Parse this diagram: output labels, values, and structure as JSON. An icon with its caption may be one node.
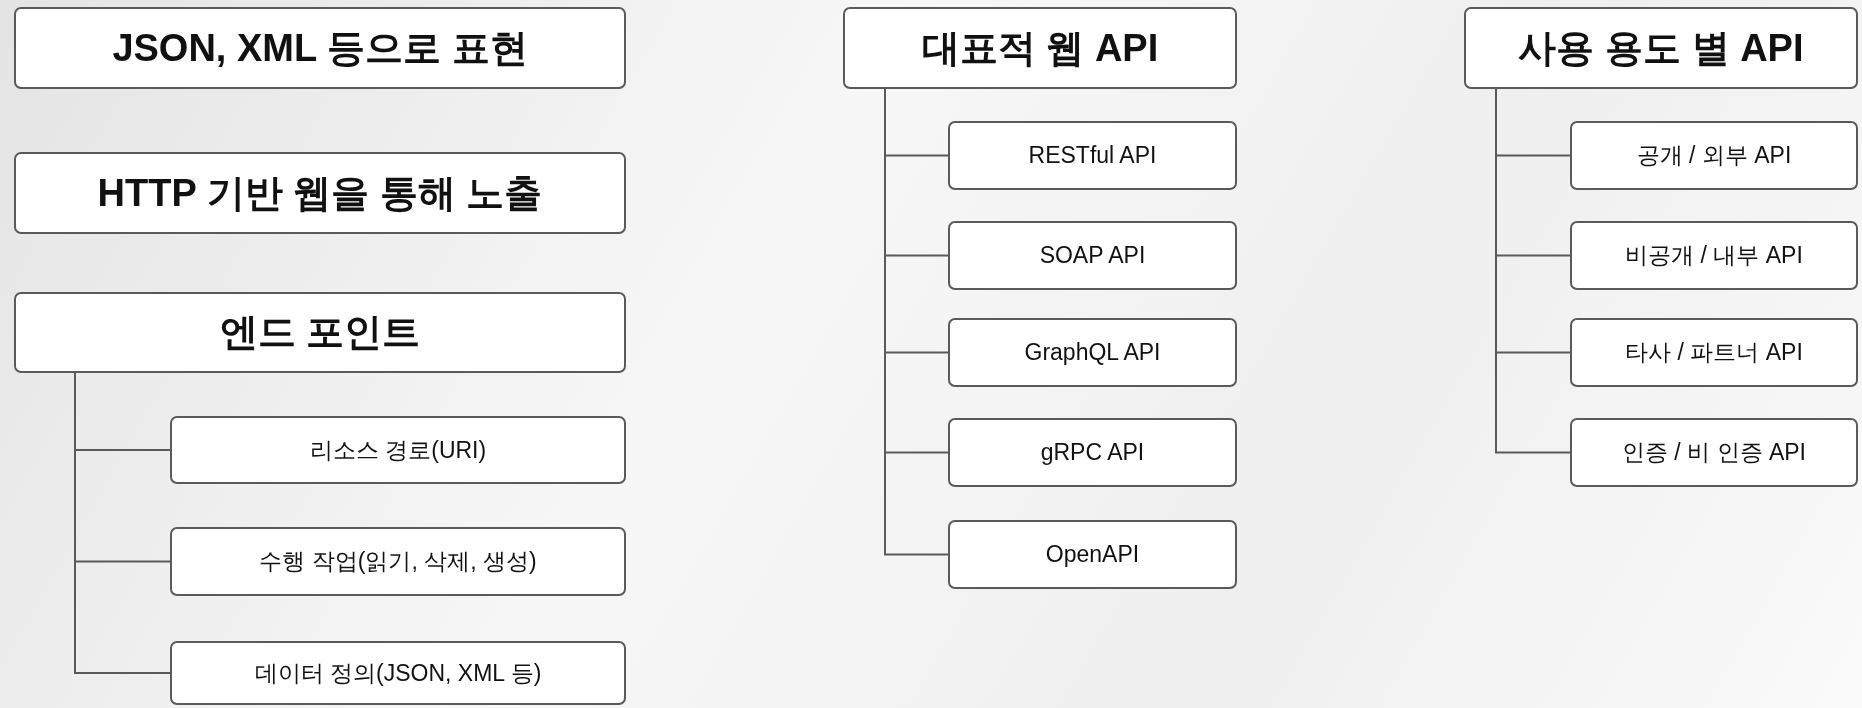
{
  "diagram": {
    "nodes": [
      {
        "text": [
          "JSON, XML 등으로 표현"
        ]
      },
      {
        "text": [
          "HTTP 기반 웹을 통해 노출"
        ]
      },
      {
        "text": [
          "엔드 포인트"
        ]
      },
      {
        "text": [
          "리소스 경로(URI)"
        ]
      },
      {
        "text": [
          "수행 작업(읽기, 삭제, 생성)"
        ]
      },
      {
        "text": [
          "데이터 정의(JSON, XML 등)"
        ]
      },
      {
        "text": [
          "대표적 웹 API"
        ]
      },
      {
        "text": [
          "RESTful API"
        ]
      },
      {
        "text": [
          "SOAP API"
        ]
      },
      {
        "text": [
          "GraphQL API"
        ]
      },
      {
        "text": [
          "gRPC API"
        ]
      },
      {
        "text": [
          "OpenAPI"
        ]
      },
      {
        "text": [
          "사용 용도 별 API"
        ]
      },
      {
        "text": [
          "공개 / 외부 API"
        ]
      },
      {
        "text": [
          "비공개 / 내부 API"
        ]
      },
      {
        "text": [
          "타사 / 파트너 API"
        ]
      },
      {
        "text": [
          "인증 / 비 인증 API"
        ]
      }
    ],
    "edges": [
      {
        "from": 2,
        "to": 3,
        "arrow": "none"
      },
      {
        "from": 2,
        "to": 4,
        "arrow": "none"
      },
      {
        "from": 2,
        "to": 5,
        "arrow": "none"
      },
      {
        "from": 6,
        "to": 7,
        "arrow": "none"
      },
      {
        "from": 6,
        "to": 8,
        "arrow": "none"
      },
      {
        "from": 6,
        "to": 9,
        "arrow": "none"
      },
      {
        "from": 6,
        "to": 10,
        "arrow": "none"
      },
      {
        "from": 6,
        "to": 11,
        "arrow": "none"
      },
      {
        "from": 12,
        "to": 13,
        "arrow": "none"
      },
      {
        "from": 12,
        "to": 14,
        "arrow": "none"
      },
      {
        "from": 12,
        "to": 15,
        "arrow": "none"
      },
      {
        "from": 12,
        "to": 16,
        "arrow": "none"
      }
    ]
  }
}
